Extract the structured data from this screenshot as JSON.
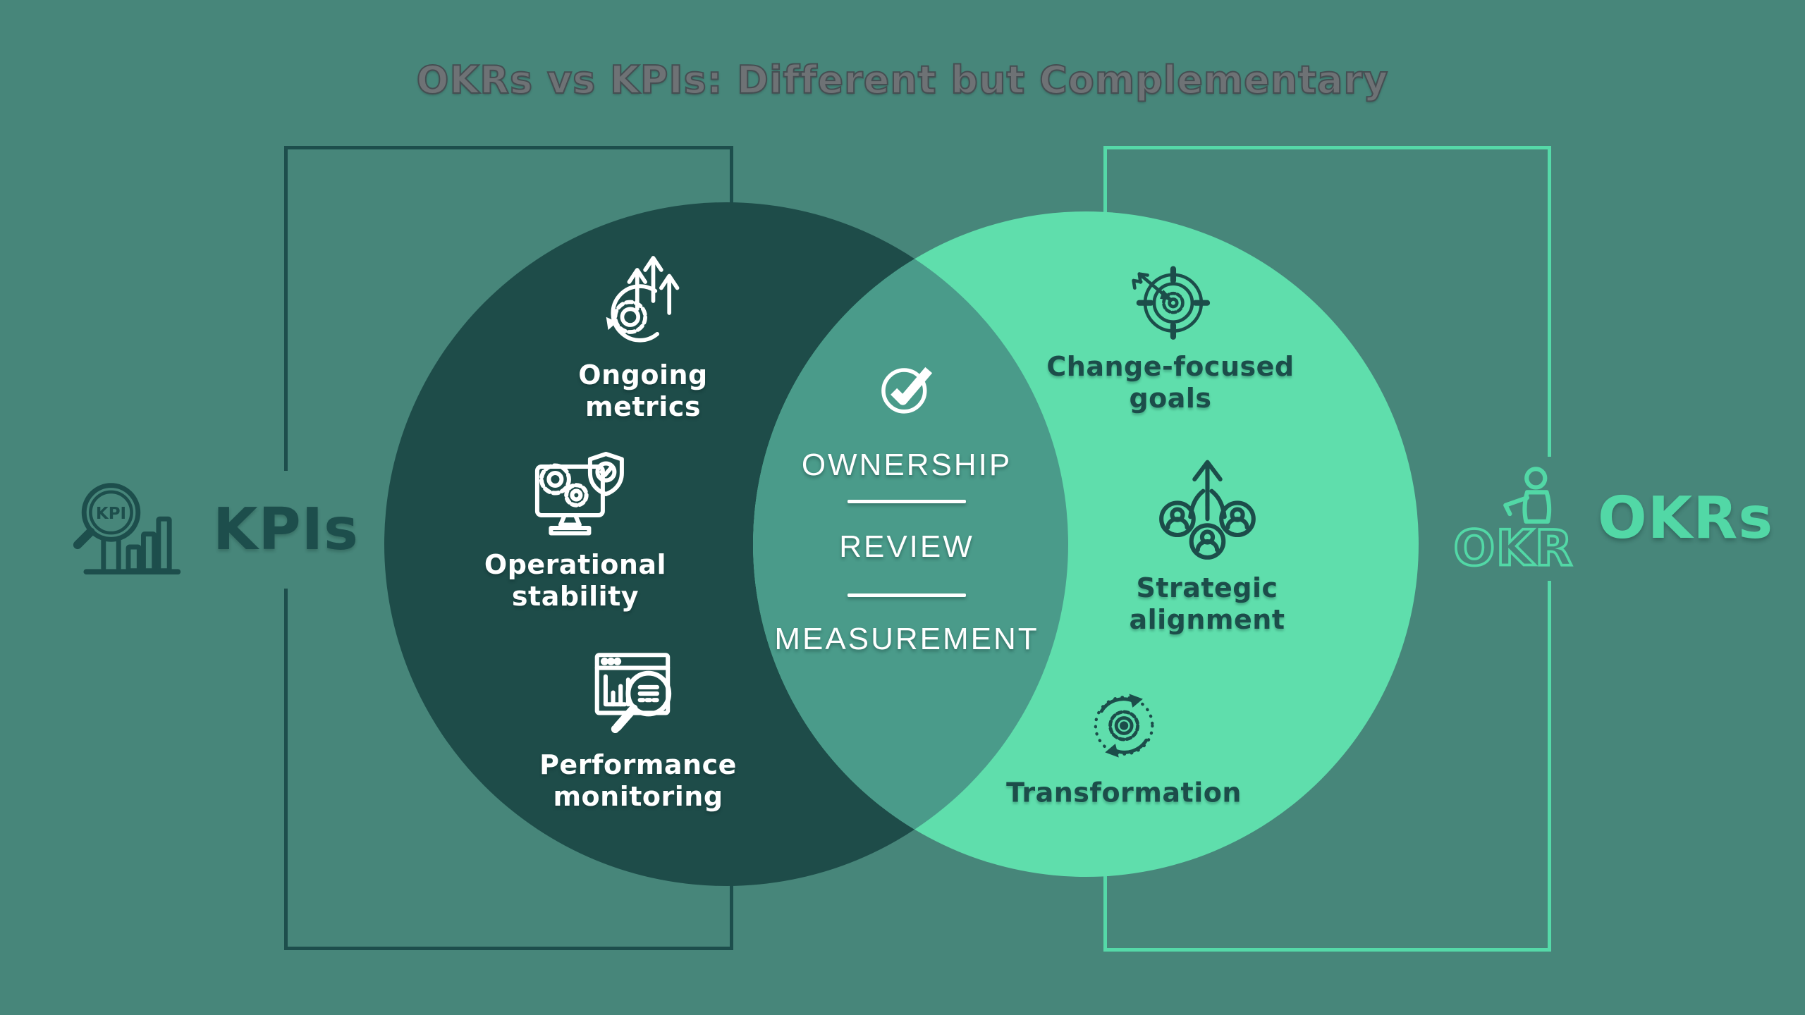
{
  "title": "OKRs vs KPIs: Different but Complementary",
  "colors": {
    "background": "#47867A",
    "kpi_circle": "#1E4C49",
    "okr_circle": "#5FDEAC",
    "overlap": "#4A9B8A",
    "kpi_accent": "#1D4E4C",
    "okr_accent": "#52D8A6",
    "title_text": "#6E7275",
    "white": "#FFFFFF"
  },
  "kpi_side": {
    "label": "KPIs",
    "icon": "kpi-magnifier-chart-icon",
    "items": [
      {
        "icon": "growth-arrows-gear-icon",
        "lines": [
          "Ongoing",
          "metrics"
        ]
      },
      {
        "icon": "monitor-gears-shield-icon",
        "lines": [
          "Operational",
          "stability"
        ]
      },
      {
        "icon": "browser-magnifier-icon",
        "lines": [
          "Performance",
          "monitoring"
        ]
      }
    ]
  },
  "okr_side": {
    "label": "OKRs",
    "icon": "okr-person-icon",
    "items": [
      {
        "icon": "target-dart-gear-icon",
        "lines": [
          "Change-focused",
          "goals"
        ]
      },
      {
        "icon": "people-branch-arrow-icon",
        "lines": [
          "Strategic",
          "alignment"
        ]
      },
      {
        "icon": "cycle-gear-icon",
        "lines": [
          "Transformation"
        ]
      }
    ]
  },
  "overlap": {
    "icon": "check-circle-icon",
    "items": [
      "OWNERSHIP",
      "REVIEW",
      "MEASUREMENT"
    ]
  }
}
